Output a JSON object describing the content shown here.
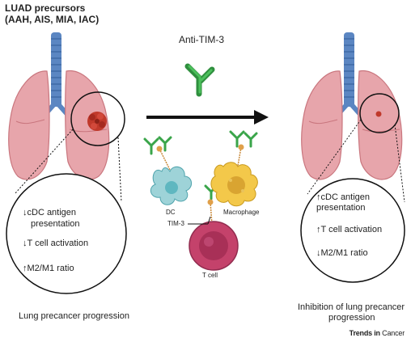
{
  "header": {
    "title_line1": "LUAD precursors",
    "title_line2": "(AAH, AIS, MIA, IAC)"
  },
  "treatment": {
    "drug": "Anti-TIM-3"
  },
  "left_panel": {
    "effects": [
      "↓cDC antigen",
      "presentation",
      "↓T cell activation",
      "↑M2/M1 ratio"
    ],
    "caption": "Lung precancer progression"
  },
  "right_panel": {
    "effects": [
      "↑cDC antigen",
      "presentation",
      "↑T cell activation",
      "↓M2/M1 ratio"
    ],
    "caption_line1": "Inhibition of lung precancer",
    "caption_line2": "progression"
  },
  "cells": {
    "dc": "DC",
    "macrophage": "Macrophage",
    "tim3": "TIM-3",
    "tcell": "T cell"
  },
  "footer": {
    "brand_bold": "Trends in",
    "brand_rest": "Cancer"
  },
  "colors": {
    "lung": "#e7a5ab",
    "lung_outline": "#c9767e",
    "trachea": "#5b86c2",
    "tumor": "#c0392b",
    "antibody": "#3aa54a",
    "dc": "#9ed3d8",
    "macrophage": "#f3c84a",
    "tcell": "#c4426b",
    "arrow": "#111111"
  }
}
